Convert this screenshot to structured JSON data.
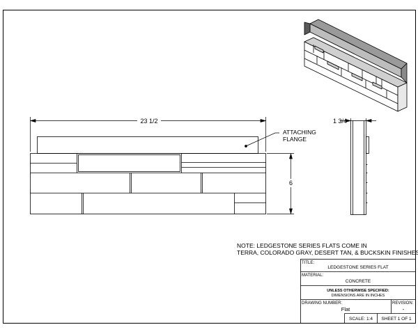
{
  "dimensions": {
    "length": "23 1/2",
    "depth": "1 3/4",
    "height": "6"
  },
  "callout": {
    "line1": "ATTACHING",
    "line2": "FLANGE"
  },
  "note": {
    "line1": "NOTE: LEDGESTONE SERIES FLATS COME IN",
    "line2": "TERRA, COLORADO GRAY, DESERT TAN, & BUCKSKIN FINISHES"
  },
  "title_block": {
    "title_label": "TITLE:",
    "title_value": "LEDGESTONE SERIES FLAT",
    "material_label": "MATERIAL:",
    "material_value": "CONCRETE",
    "unless_line": "UNLESS OTHERWISE SPECIFIED:",
    "dims_line": "DIMENSIONS ARE IN INCHES",
    "drawing_number_label": "DRAWING NUMBER:",
    "drawing_number_value": "Flat",
    "revision_label": "REVISION:",
    "revision_value": "-",
    "scale": "SCALE: 1:4",
    "sheet": "SHEET 1 OF 1"
  }
}
